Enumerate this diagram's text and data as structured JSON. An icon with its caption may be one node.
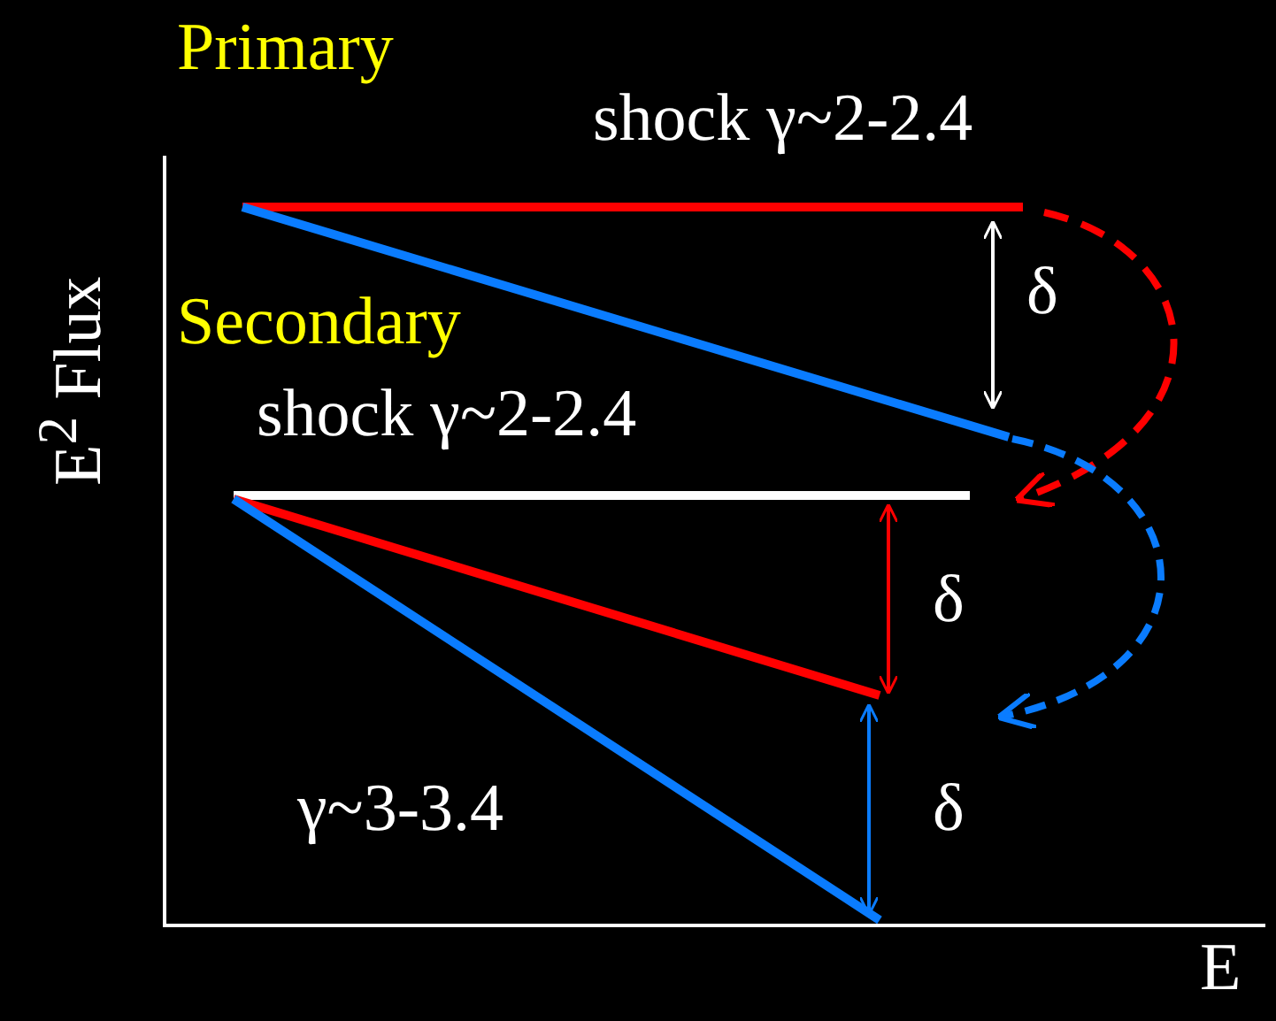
{
  "diagram": {
    "labels": [
      "Primary",
      "shock  γ~2-2.4",
      "δ",
      "Secondary",
      "shock  γ~2-2.4",
      "δ",
      "γ~3-3.4",
      "δ",
      "E$^{2}$ Flux",
      "E"
    ]
  }
}
